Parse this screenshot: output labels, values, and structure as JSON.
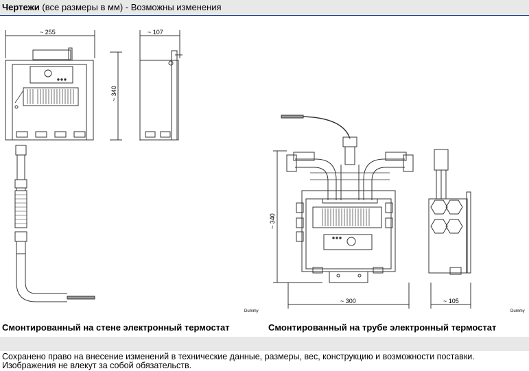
{
  "header": {
    "title_bold": "Чертежи",
    "title_rest": " (все размеры в мм) - Возможны изменения"
  },
  "left_drawing": {
    "dim_width": "~ 255",
    "dim_depth": "~ 107",
    "dim_height": "~ 340",
    "watermark": "Dummy"
  },
  "right_drawing": {
    "dim_height": "~ 340",
    "dim_width": "~ 300",
    "dim_depth": "~ 105",
    "watermark": "Dummy"
  },
  "captions": {
    "left": "Смонтированный на стене электронный термостат",
    "right": "Смонтированный на трубе электронный термостат"
  },
  "footer": {
    "line1": "Сохранено право на внесение изменений в технические данные, размеры, вес, конструкцию и возможности поставки.",
    "line2": "Изображения не влекут за собой обязательств."
  }
}
